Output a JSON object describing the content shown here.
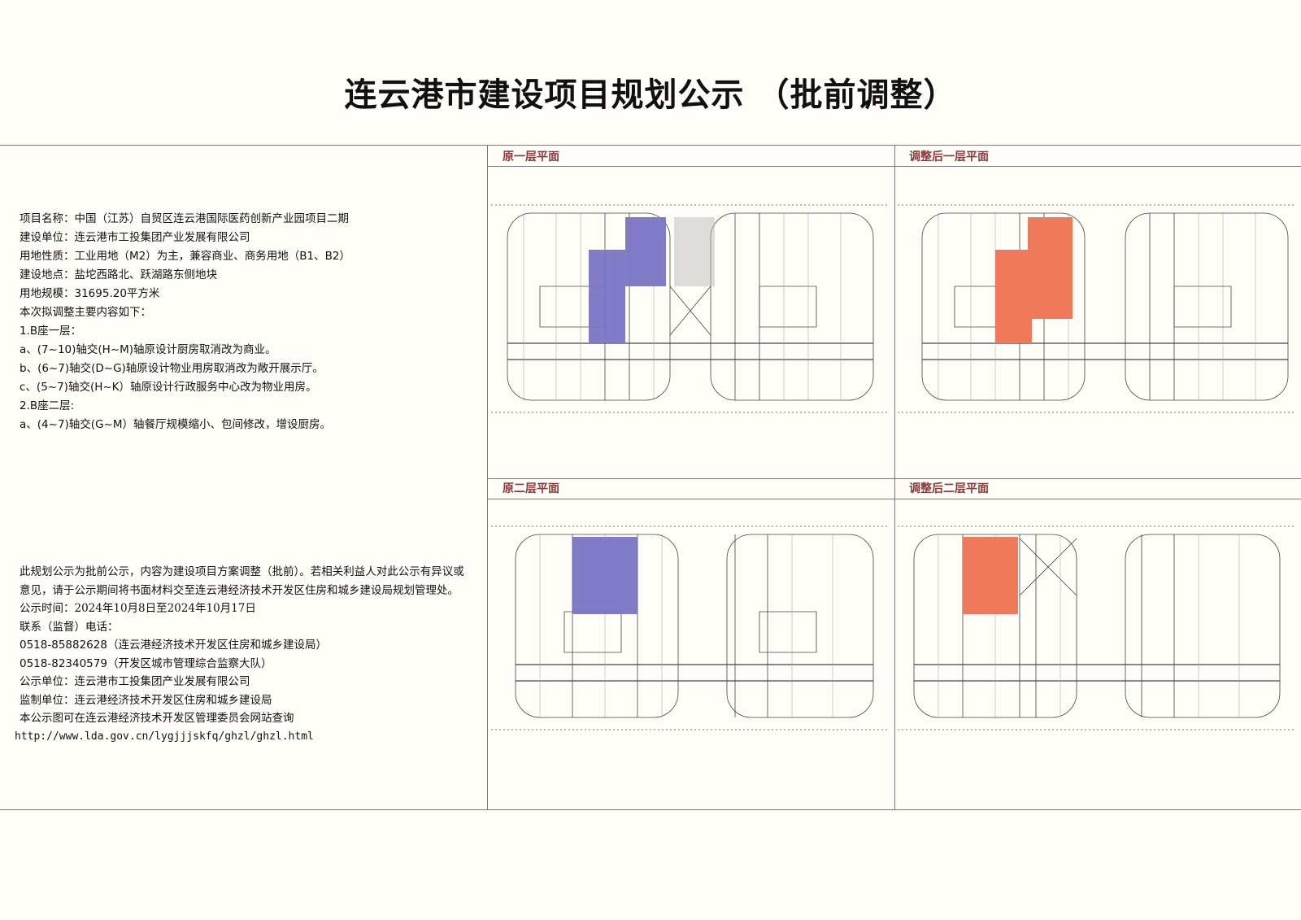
{
  "title": "连云港市建设项目规划公示 （批前调整）",
  "project": {
    "name": "项目名称：中国（江苏）自贸区连云港国际医药创新产业园项目二期",
    "builder": "建设单位：连云港市工投集团产业发展有限公司",
    "land_use": "用地性质：工业用地（M2）为主，兼容商业、商务用地（B1、B2）",
    "location": "建设地点：盐坨西路北、跃湖路东侧地块",
    "area": "用地规模：31695.20平方米",
    "intro": "本次拟调整主要内容如下：",
    "items": [
      "1.B座一层：",
      "a、(7~10)轴交(H~M)轴原设计厨房取消改为商业。",
      "b、(6~7)轴交(D~G)轴原设计物业用房取消改为敞开展示厅。",
      "c、(5~7)轴交(H~K）轴原设计行政服务中心改为物业用房。",
      "2.B座二层:",
      "a、(4~7)轴交(G~M）轴餐厅规模缩小、包间修改，增设厨房。"
    ]
  },
  "notice": {
    "statement": "此规划公示为批前公示，内容为建设项目方案调整（批前）。若相关利益人对此公示有异议或意见，请于公示期间将书面材料交至连云港经济技术开发区住房和城乡建设局规划管理处。",
    "period_label": "公示时间：",
    "period_value": "2024年10月8日至2024年10月17日",
    "contact_label": "联系（监督）电话：",
    "phone1": "0518-85882628（连云港经济技术开发区住房和城乡建设局）",
    "phone2": "0518-82340579（开发区城市管理综合监察大队）",
    "publisher": "公示单位：连云港市工投集团产业发展有限公司",
    "supervisor": "监制单位：连云港经济技术开发区住房和城乡建设局",
    "query": "本公示图可在连云港经济技术开发区管理委员会网站查询",
    "url": "http://www.lda.gov.cn/lygjjjskfq/ghzl/ghzl.html"
  },
  "panels": {
    "orig_1f": "原一层平面",
    "adj_1f": "调整后一层平面",
    "orig_2f": "原二层平面",
    "adj_2f": "调整后二层平面"
  },
  "colors": {
    "original_highlight": "#7b74c4",
    "adjusted_highlight": "#ef7a5b",
    "label": "#8b3a3a"
  }
}
